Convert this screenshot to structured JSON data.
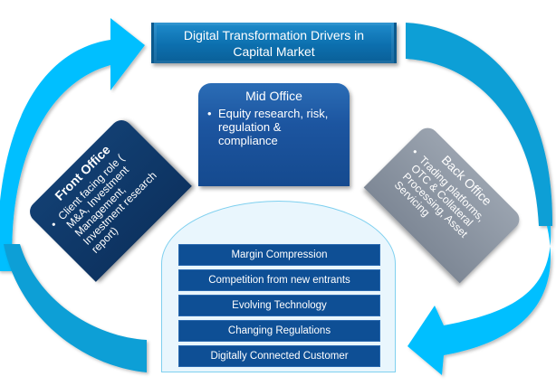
{
  "title": {
    "line1": "Digital Transformation Drivers in",
    "line2": "Capital Market"
  },
  "mid_office": {
    "title": "Mid Office",
    "bullet": "Equity research, risk, regulation & compliance"
  },
  "front_office": {
    "title": "Front Office",
    "bullet": "Client facing role ( M&A, Investment Management, Investment research report)"
  },
  "back_office": {
    "title": "Back Office",
    "bullet": "Trading platforms, OTC & Collateral Processing, Asset Servicing"
  },
  "drivers": [
    "Margin Compression",
    "Competition from new entrants",
    "Evolving Technology",
    "Changing Regulations",
    "Digitally Connected Customer"
  ],
  "bullet_glyph": "•",
  "colors": {
    "arrow_light": "#00bfff",
    "arrow_dark": "#0a9fd6",
    "title_blue": "#0c6fae",
    "mid_blue": "#1c55a0",
    "front_navy": "#0d3361",
    "back_gray": "#7e8896",
    "driver_blue": "#0e4f95",
    "dome_fill": "#e9f6fd"
  }
}
